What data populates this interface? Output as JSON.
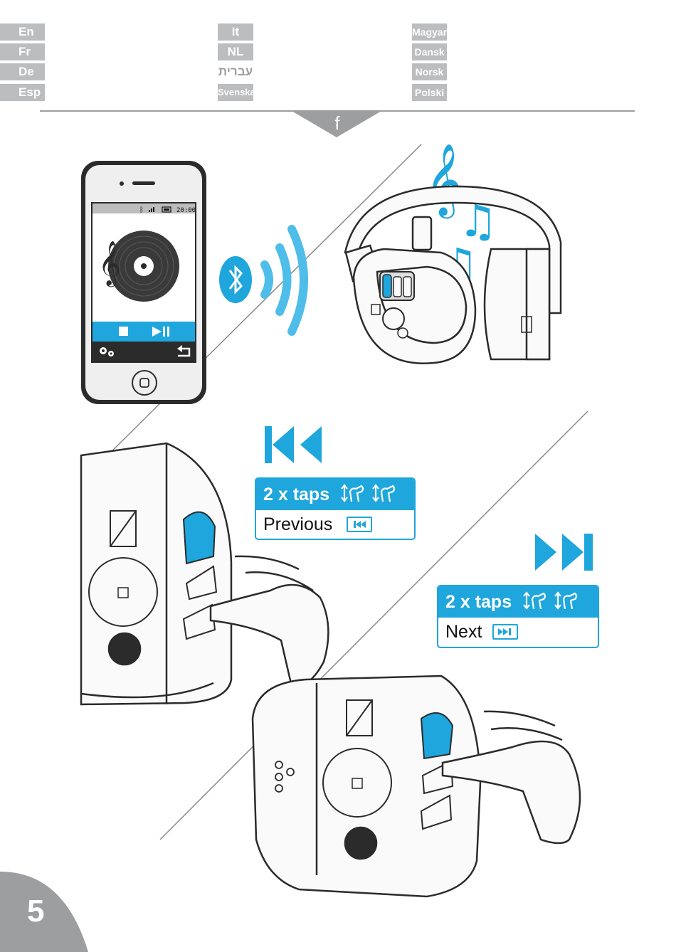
{
  "languages": {
    "col1": [
      "En",
      "Fr",
      "De",
      "Esp"
    ],
    "col2": [
      "It",
      "NL",
      "עברית",
      "Svenska"
    ],
    "col3": [
      "Magyar",
      "Dansk",
      "Norsk",
      "Polski"
    ]
  },
  "section_letter": "f",
  "previous_box": {
    "taps": "2 x taps",
    "action": "Previous"
  },
  "next_box": {
    "taps": "2 x taps",
    "action": "Next"
  },
  "phone_status_time": "20:00",
  "page_number": "5",
  "colors": {
    "accent_blue": "#1ea6dd",
    "tab_gray": "#bcbdbf",
    "dark": "#2b2b2b"
  },
  "icons": [
    "bluetooth-icon",
    "music-note-icon",
    "previous-track-icon",
    "next-track-icon",
    "tap-gesture-icon",
    "settings-icon",
    "back-arrow-icon",
    "stop-icon",
    "play-pause-icon"
  ]
}
